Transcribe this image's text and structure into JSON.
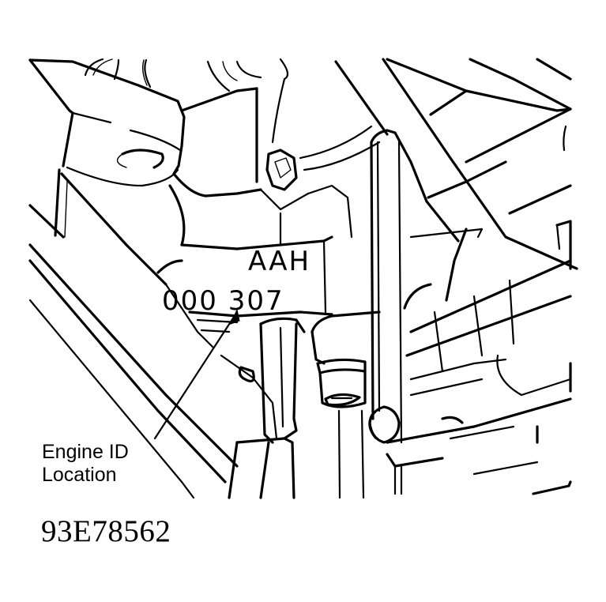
{
  "figure": {
    "type": "technical line illustration",
    "subject": "engine block section showing stamped engine identification code",
    "ink_color": "#000000",
    "background_color": "#ffffff"
  },
  "stamped_code": {
    "line1": "AAH",
    "line2": "000 307"
  },
  "callout": {
    "line1": "Engine ID",
    "line2": "Location"
  },
  "figure_number": "93E78562"
}
